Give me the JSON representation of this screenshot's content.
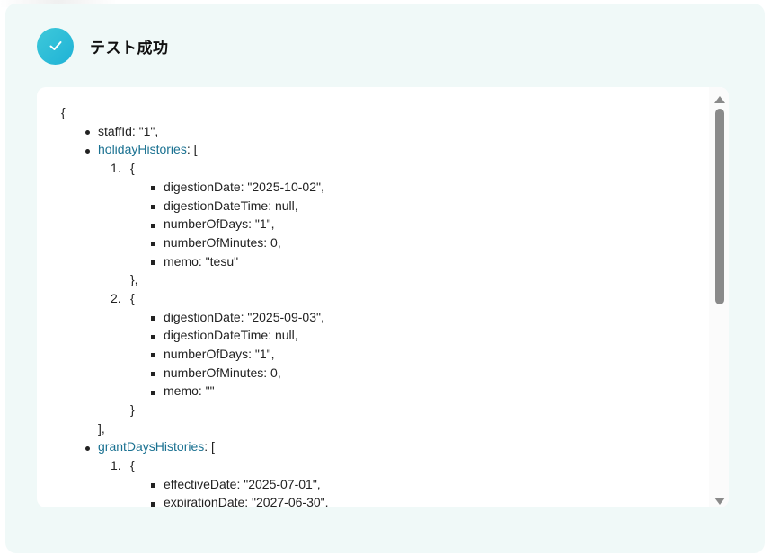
{
  "header": {
    "title": "テスト成功",
    "icon": "check-icon",
    "accent_color": "#22bcd8"
  },
  "json_view": {
    "open_brace": "{",
    "staff_line": "staffId: \"1\",",
    "holiday_key": "holidayHistories",
    "holiday_suffix": ": [",
    "holiday_items": [
      {
        "marker": "1.",
        "open": "{",
        "fields": [
          "digestionDate: \"2025-10-02\",",
          "digestionDateTime: null,",
          "numberOfDays: \"1\",",
          "numberOfMinutes: 0,",
          "memo: \"tesu\""
        ],
        "close": "},"
      },
      {
        "marker": "2.",
        "open": "{",
        "fields": [
          "digestionDate: \"2025-09-03\",",
          "digestionDateTime: null,",
          "numberOfDays: \"1\",",
          "numberOfMinutes: 0,",
          "memo: \"\""
        ],
        "close": "}"
      }
    ],
    "holiday_close": "],",
    "grant_key": "grantDaysHistories",
    "grant_suffix": ": [",
    "grant_items": [
      {
        "marker": "1.",
        "open": "{",
        "fields": [
          "effectiveDate: \"2025-07-01\",",
          "expirationDate: \"2027-06-30\","
        ]
      }
    ]
  },
  "scrollbar": {
    "up_icon": "arrow-up-icon",
    "down_icon": "arrow-down-icon"
  }
}
